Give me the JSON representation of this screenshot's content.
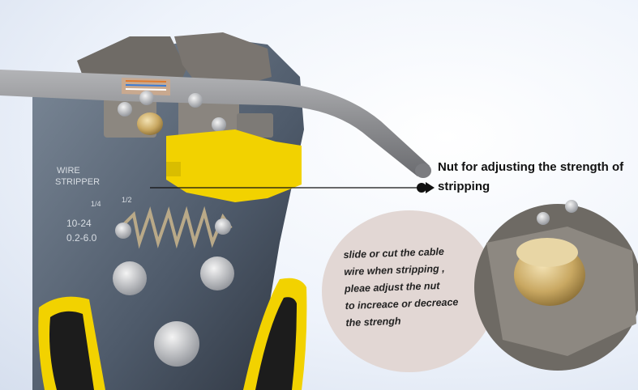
{
  "callout": {
    "line1": "Nut for adjusting the strength of",
    "line2": "stripping"
  },
  "tool_markings": {
    "brand_line1": "WIRE",
    "brand_line2": "STRIPPER",
    "fraction_a": "1/4",
    "fraction_b": "1/2",
    "gauge": "10-24",
    "size": "0.2-6.0"
  },
  "bubble": {
    "lines": [
      "slide or cut the cable",
      "wire when stripping ,",
      "pleae adjust the nut",
      "to  increace or decreace",
      "the strengh"
    ]
  },
  "colors": {
    "handle_yellow": "#f2d200",
    "handle_black": "#1c1c1c",
    "bubble_bg": "#e2d7d4",
    "cable_gray": "#8c8d90"
  }
}
